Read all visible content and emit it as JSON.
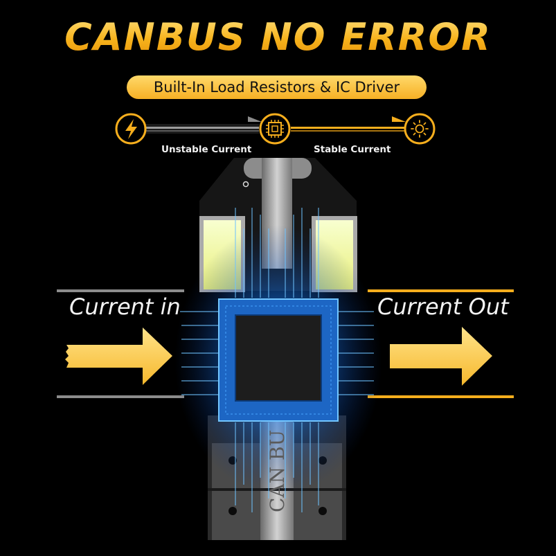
{
  "headline": "CANBUS NO ERROR",
  "subheadline": "Built-In Load Resistors & IC Driver",
  "flow": {
    "unstable_label": "Unstable Current",
    "stable_label": "Stable Current",
    "icons": [
      "lightning-icon",
      "chip-icon",
      "sun-icon"
    ]
  },
  "current_in": "Current in",
  "current_out": "Current Out",
  "board_text": "CAN BU",
  "colors": {
    "accent": "#f6ae1d",
    "glow": "#1e8fff",
    "background": "#000000"
  }
}
